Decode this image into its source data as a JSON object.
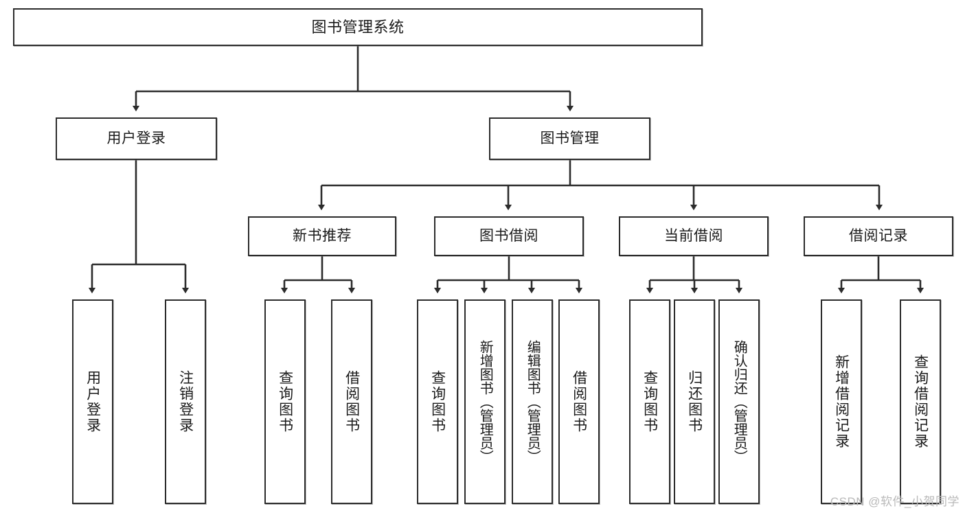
{
  "diagram": {
    "title": "图书管理系统",
    "root": {
      "label": "图书管理系统"
    },
    "level2": [
      {
        "label": "用户登录"
      },
      {
        "label": "图书管理"
      }
    ],
    "level3": [
      {
        "label": "新书推荐"
      },
      {
        "label": "图书借阅"
      },
      {
        "label": "当前借阅"
      },
      {
        "label": "借阅记录"
      }
    ],
    "leaves": {
      "user_login": [
        {
          "label": "用户登录"
        },
        {
          "label": "注销登录"
        }
      ],
      "new_book_recommend": [
        {
          "label": "查询图书"
        },
        {
          "label": "借阅图书"
        }
      ],
      "book_borrow": [
        {
          "label": "查询图书"
        },
        {
          "label": "新增图书（管理员）"
        },
        {
          "label": "编辑图书（管理员）"
        },
        {
          "label": "借阅图书"
        }
      ],
      "current_borrow": [
        {
          "label": "查询图书"
        },
        {
          "label": "归还图书"
        },
        {
          "label": "确认归还（管理员）"
        }
      ],
      "borrow_record": [
        {
          "label": "新增借阅记录"
        },
        {
          "label": "查询借阅记录"
        }
      ]
    }
  },
  "watermark": {
    "text": "CSDN @软件_小贺同学"
  },
  "colors": {
    "box_border": "#2b2b2b",
    "line": "#2b2b2b",
    "background": "#ffffff",
    "watermark": "#b9b9b9"
  }
}
